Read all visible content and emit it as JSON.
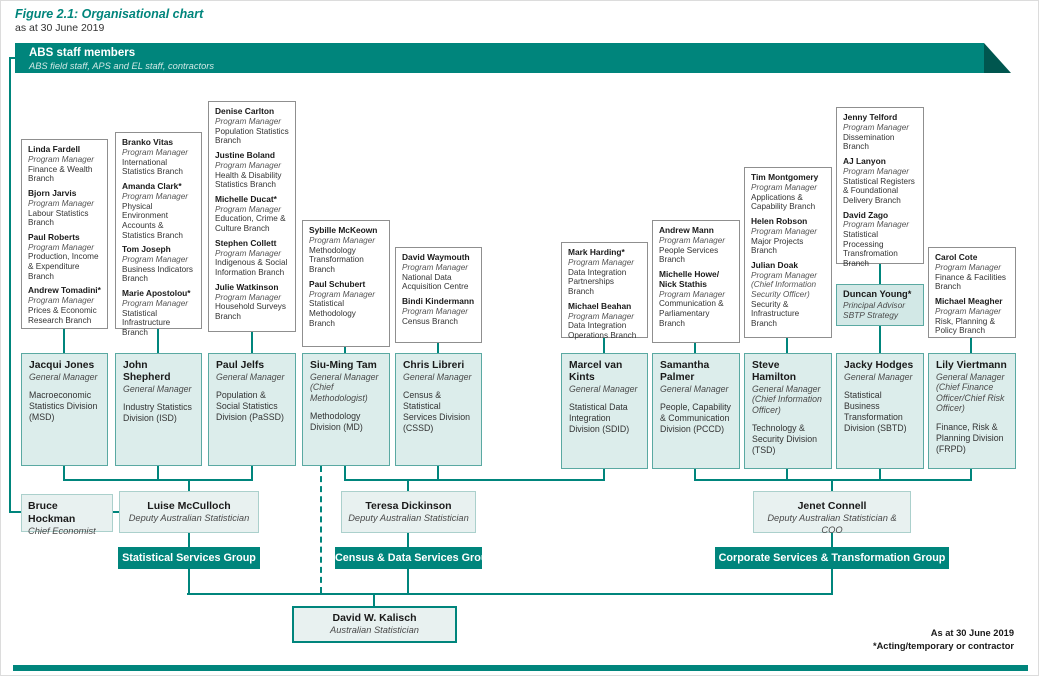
{
  "page": {
    "title": "Figure 2.1: Organisational chart",
    "subtitle": "as at 30 June 2019"
  },
  "banner": {
    "title": "ABS staff members",
    "subtitle": "ABS field staff, APS and EL staff, contractors"
  },
  "colors": {
    "teal": "#00857c",
    "teal_dark": "#00564f",
    "gm_fill": "#dcedeb",
    "exec_fill": "#e8f1f0",
    "pm_border": "#8f8f8f"
  },
  "pm_boxes": [
    {
      "people": [
        {
          "name": "Linda Fardell",
          "role": "Program Manager",
          "unit": "Finance & Wealth Branch"
        },
        {
          "name": "Bjorn Jarvis",
          "role": "Program Manager",
          "unit": "Labour Statistics Branch"
        },
        {
          "name": "Paul Roberts",
          "role": "Program Manager",
          "unit": "Production, Income & Expenditure Branch"
        },
        {
          "name": "Andrew Tomadini*",
          "role": "Program Manager",
          "unit": "Prices & Economic Research Branch"
        }
      ]
    },
    {
      "people": [
        {
          "name": "Branko Vitas",
          "role": "Program Manager",
          "unit": "International Statistics Branch"
        },
        {
          "name": "Amanda Clark*",
          "role": "Program Manager",
          "unit": "Physical Environment Accounts & Statistics Branch"
        },
        {
          "name": "Tom Joseph",
          "role": "Program Manager",
          "unit": "Business Indicators Branch"
        },
        {
          "name": "Marie Apostolou*",
          "role": "Program Manager",
          "unit": "Statistical Infrastructure Branch"
        }
      ]
    },
    {
      "people": [
        {
          "name": "Denise Carlton",
          "role": "Program Manager",
          "unit": "Population Statistics Branch"
        },
        {
          "name": "Justine Boland",
          "role": "Program Manager",
          "unit": "Health & Disability Statistics Branch"
        },
        {
          "name": "Michelle Ducat*",
          "role": "Program Manager",
          "unit": "Education, Crime & Culture Branch"
        },
        {
          "name": "Stephen Collett",
          "role": "Program Manager",
          "unit": "Indigenous & Social Information Branch"
        },
        {
          "name": "Julie Watkinson",
          "role": "Program Manager",
          "unit": "Household Surveys Branch"
        }
      ]
    },
    {
      "people": [
        {
          "name": "Sybille McKeown",
          "role": "Program Manager",
          "unit": "Methodology Transformation Branch"
        },
        {
          "name": "Paul Schubert",
          "role": "Program Manager",
          "unit": "Statistical Methodology Branch"
        }
      ]
    },
    {
      "people": [
        {
          "name": "David Waymouth",
          "role": "Program Manager",
          "unit": "National Data Acquisition Centre"
        },
        {
          "name": "Bindi Kindermann",
          "role": "Program Manager",
          "unit": "Census Branch"
        }
      ]
    },
    {
      "people": [
        {
          "name": "Mark Harding*",
          "role": "Program Manager",
          "unit": "Data Integration Partnerships Branch"
        },
        {
          "name": "Michael Beahan",
          "role": "Program Manager",
          "unit": "Data Integration Operations Branch"
        }
      ]
    },
    {
      "people": [
        {
          "name": "Andrew Mann",
          "role": "Program Manager",
          "unit": "People Services Branch"
        },
        {
          "name": "Michelle Howe/ Nick Stathis",
          "role": "Program Manager",
          "unit": "Communication & Parliamentary Branch"
        }
      ]
    },
    {
      "people": [
        {
          "name": "Tim Montgomery",
          "role": "Program Manager",
          "unit": "Applications & Capability Branch"
        },
        {
          "name": "Helen Robson",
          "role": "Program Manager",
          "unit": "Major Projects Branch"
        },
        {
          "name": "Julian Doak",
          "role": "Program Manager",
          "role2": "(Chief Information Security Officer)",
          "unit": "Security & Infrastructure Branch"
        }
      ]
    },
    {
      "people": [
        {
          "name": "Jenny Telford",
          "role": "Program Manager",
          "unit": "Dissemination Branch"
        },
        {
          "name": "AJ Lanyon",
          "role": "Program Manager",
          "unit": "Statistical Registers & Foundational Delivery Branch"
        },
        {
          "name": "David Zago",
          "role": "Program Manager",
          "unit": "Statistical Processing Transfromation Branch"
        }
      ]
    },
    {
      "people": [
        {
          "name": "Carol Cote",
          "role": "Program Manager",
          "unit": "Finance & Facilities Branch"
        },
        {
          "name": "Michael Meagher",
          "role": "Program Manager",
          "unit": "Risk, Planning & Policy Branch"
        }
      ]
    }
  ],
  "advisor_box": {
    "name": "Duncan Young*",
    "role": "Principal Advisor",
    "unit": "SBTP Strategy"
  },
  "gm_boxes": [
    {
      "name": "Jacqui Jones",
      "role": "General Manager",
      "unit": "Macroeconomic Statistics Division (MSD)"
    },
    {
      "name": "John Shepherd",
      "role": "General Manager",
      "unit": "Industry Statistics Division (ISD)"
    },
    {
      "name": "Paul Jelfs",
      "role": "General Manager",
      "unit": "Population & Social Statistics Division (PaSSD)"
    },
    {
      "name": "Siu-Ming Tam",
      "role": "General Manager",
      "role2": "(Chief Methodologist)",
      "unit": "Methodology Division (MD)"
    },
    {
      "name": "Chris Libreri",
      "role": "General Manager",
      "unit": "Census & Statistical Services Division (CSSD)"
    },
    {
      "name": "Marcel van Kints",
      "role": "General Manager",
      "unit": "Statistical Data Integration Division (SDID)"
    },
    {
      "name": "Samantha Palmer",
      "role": "General Manager",
      "unit": "People, Capability & Communication Division (PCCD)"
    },
    {
      "name": "Steve Hamilton",
      "role": "General Manager",
      "role2": "(Chief Information Officer)",
      "unit": "Technology & Security Division (TSD)"
    },
    {
      "name": "Jacky Hodges",
      "role": "General Manager",
      "unit": "Statistical Business Transformation Division (SBTD)"
    },
    {
      "name": "Lily Viertmann",
      "role": "General Manager",
      "role2": "(Chief Finance Officer/Chief Risk Officer)",
      "unit": "Finance, Risk & Planning Division (FRPD)"
    }
  ],
  "executives": {
    "bruce": {
      "name": "Bruce Hockman",
      "role": "Chief Economist"
    },
    "luise": {
      "name": "Luise McCulloch",
      "role": "Deputy Australian Statistician"
    },
    "teresa": {
      "name": "Teresa Dickinson",
      "role": "Deputy Australian Statistician"
    },
    "jenet": {
      "name": "Jenet Connell",
      "role": "Deputy Australian Statistician & COO"
    }
  },
  "groups": {
    "g1": "Statistical Services Group",
    "g2": "Census & Data Services Group",
    "g3": "Corporate Services & Transformation Group"
  },
  "statistician": {
    "name": "David W. Kalisch",
    "role": "Australian Statistician"
  },
  "footnotes": {
    "line1": "As at 30 June 2019",
    "line2": "*Acting/temporary or contractor"
  }
}
